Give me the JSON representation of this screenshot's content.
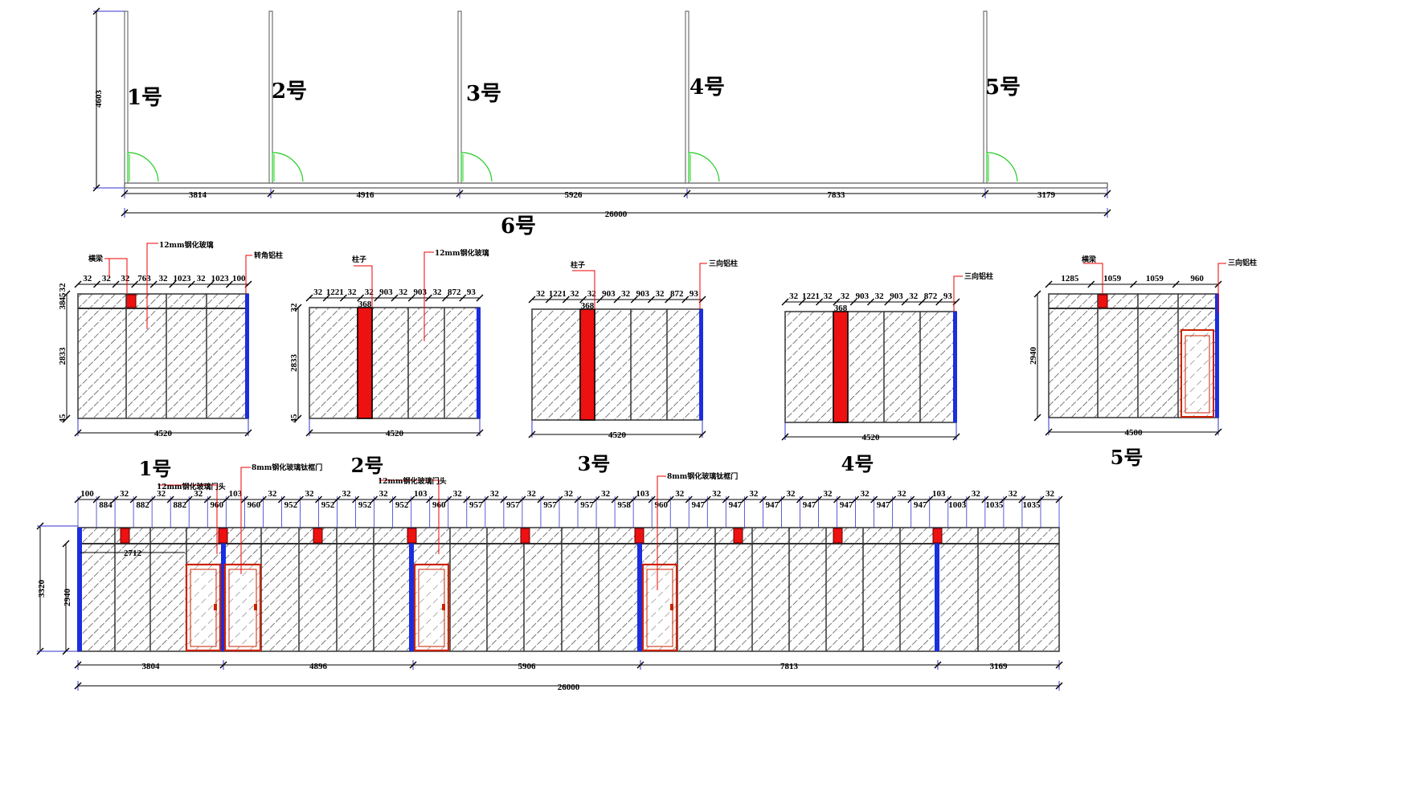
{
  "plan": {
    "height_dim": "4603",
    "room_labels": [
      "1号",
      "2号",
      "3号",
      "4号",
      "5号"
    ],
    "bottom_dims": [
      "3814",
      "4916",
      "5926",
      "7833",
      "3179"
    ],
    "total_dim": "26000",
    "title": "6号"
  },
  "elevations": [
    {
      "label": "1号",
      "top_dims": [
        "32",
        "32",
        "32",
        "763",
        "32",
        "1023",
        "32",
        "1023",
        "100"
      ],
      "left_dims": [
        "32",
        "45",
        "38",
        "2833",
        "45"
      ],
      "width_dim": "4520",
      "notes": [
        "横梁",
        "12mm钢化玻璃",
        "转角铝柱"
      ]
    },
    {
      "label": "2号",
      "top_dims": [
        "32",
        "1221",
        "32",
        "32",
        "903",
        "32",
        "903",
        "32",
        "872",
        "93"
      ],
      "col_dim": "368",
      "left_dims": [
        "32",
        "2833",
        "45"
      ],
      "width_dim": "4520",
      "notes": [
        "柱子",
        "12mm钢化玻璃"
      ]
    },
    {
      "label": "3号",
      "top_dims": [
        "32",
        "1221",
        "32",
        "32",
        "903",
        "32",
        "903",
        "32",
        "872",
        "93"
      ],
      "col_dim": "368",
      "width_dim": "4520",
      "notes": [
        "柱子",
        "三向铝柱"
      ]
    },
    {
      "label": "4号",
      "top_dims": [
        "32",
        "1221",
        "32",
        "32",
        "903",
        "32",
        "903",
        "32",
        "872",
        "93"
      ],
      "col_dim": "368",
      "width_dim": "4520",
      "notes": [
        "三向铝柱"
      ]
    },
    {
      "label": "5号",
      "top_dims": [
        "1285",
        "1059",
        "1059",
        "960"
      ],
      "left_dims": [
        "2940"
      ],
      "width_dim": "4500",
      "notes": [
        "横梁",
        "三向铝柱"
      ]
    }
  ],
  "full_elevation": {
    "top_dims": [
      "100",
      "884",
      "32",
      "882",
      "32",
      "882",
      "32",
      "960",
      "103",
      "960",
      "32",
      "952",
      "32",
      "952",
      "32",
      "952",
      "32",
      "952",
      "103",
      "960",
      "32",
      "957",
      "32",
      "957",
      "32",
      "957",
      "32",
      "957",
      "32",
      "958",
      "103",
      "960",
      "32",
      "947",
      "32",
      "947",
      "32",
      "947",
      "32",
      "947",
      "32",
      "947",
      "32",
      "947",
      "32",
      "947",
      "103",
      "1003",
      "32",
      "1035",
      "32",
      "1035",
      "32"
    ],
    "left_dims": [
      "3320",
      "2940"
    ],
    "inner_dim": "2712",
    "bottom_dims": [
      "3804",
      "4896",
      "5906",
      "7813",
      "3169"
    ],
    "total_dim": "26000",
    "notes": [
      "8mm钢化玻璃钛框门",
      "12mm钢化玻璃门头",
      "12mm钢化玻璃门头",
      "8mm钢化玻璃钛框门"
    ]
  }
}
